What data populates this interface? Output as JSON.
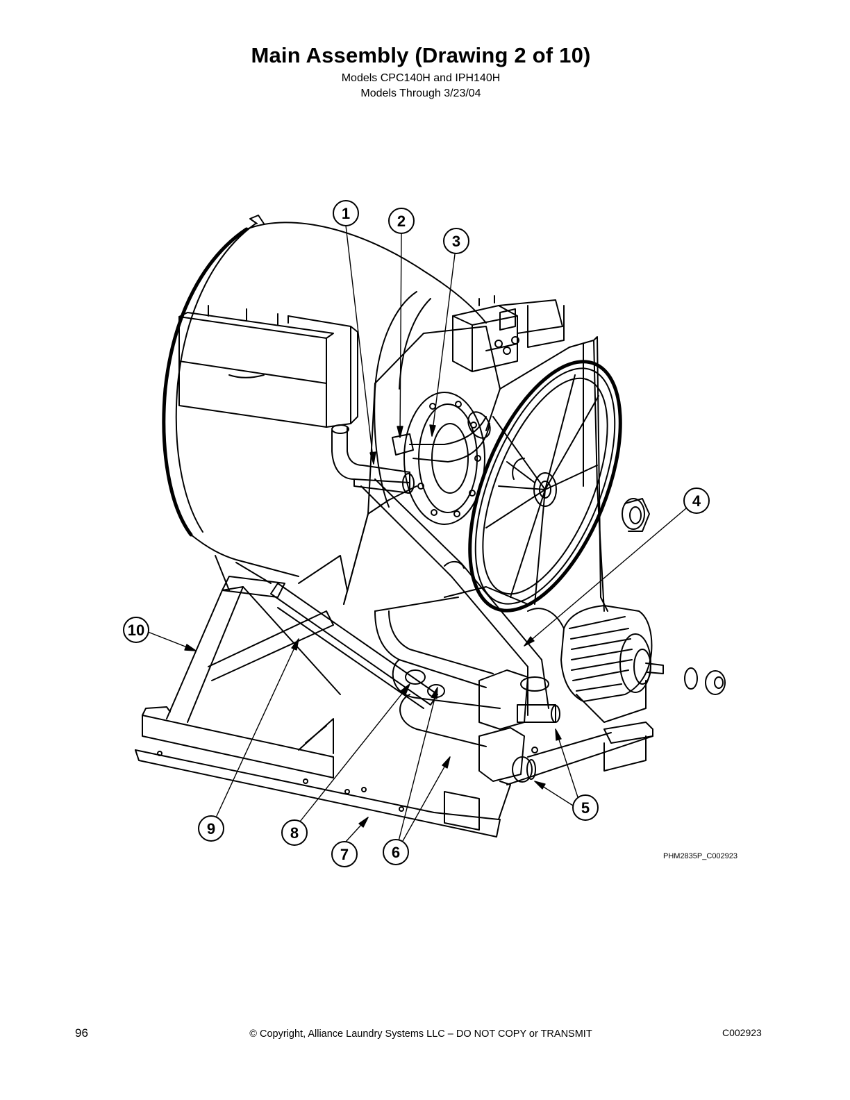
{
  "header": {
    "title": "Main Assembly (Drawing 2 of 10)",
    "models": "Models CPC140H and IPH140H",
    "through": "Models Through 3/23/04"
  },
  "callouts": [
    "1",
    "2",
    "3",
    "4",
    "5",
    "6",
    "7",
    "8",
    "9",
    "10"
  ],
  "drawing_code": "PHM2835P_C002923",
  "footer": {
    "page_number": "96",
    "copyright": "© Copyright, Alliance Laundry Systems LLC – DO NOT COPY or TRANSMIT",
    "doc_id": "C002923"
  }
}
